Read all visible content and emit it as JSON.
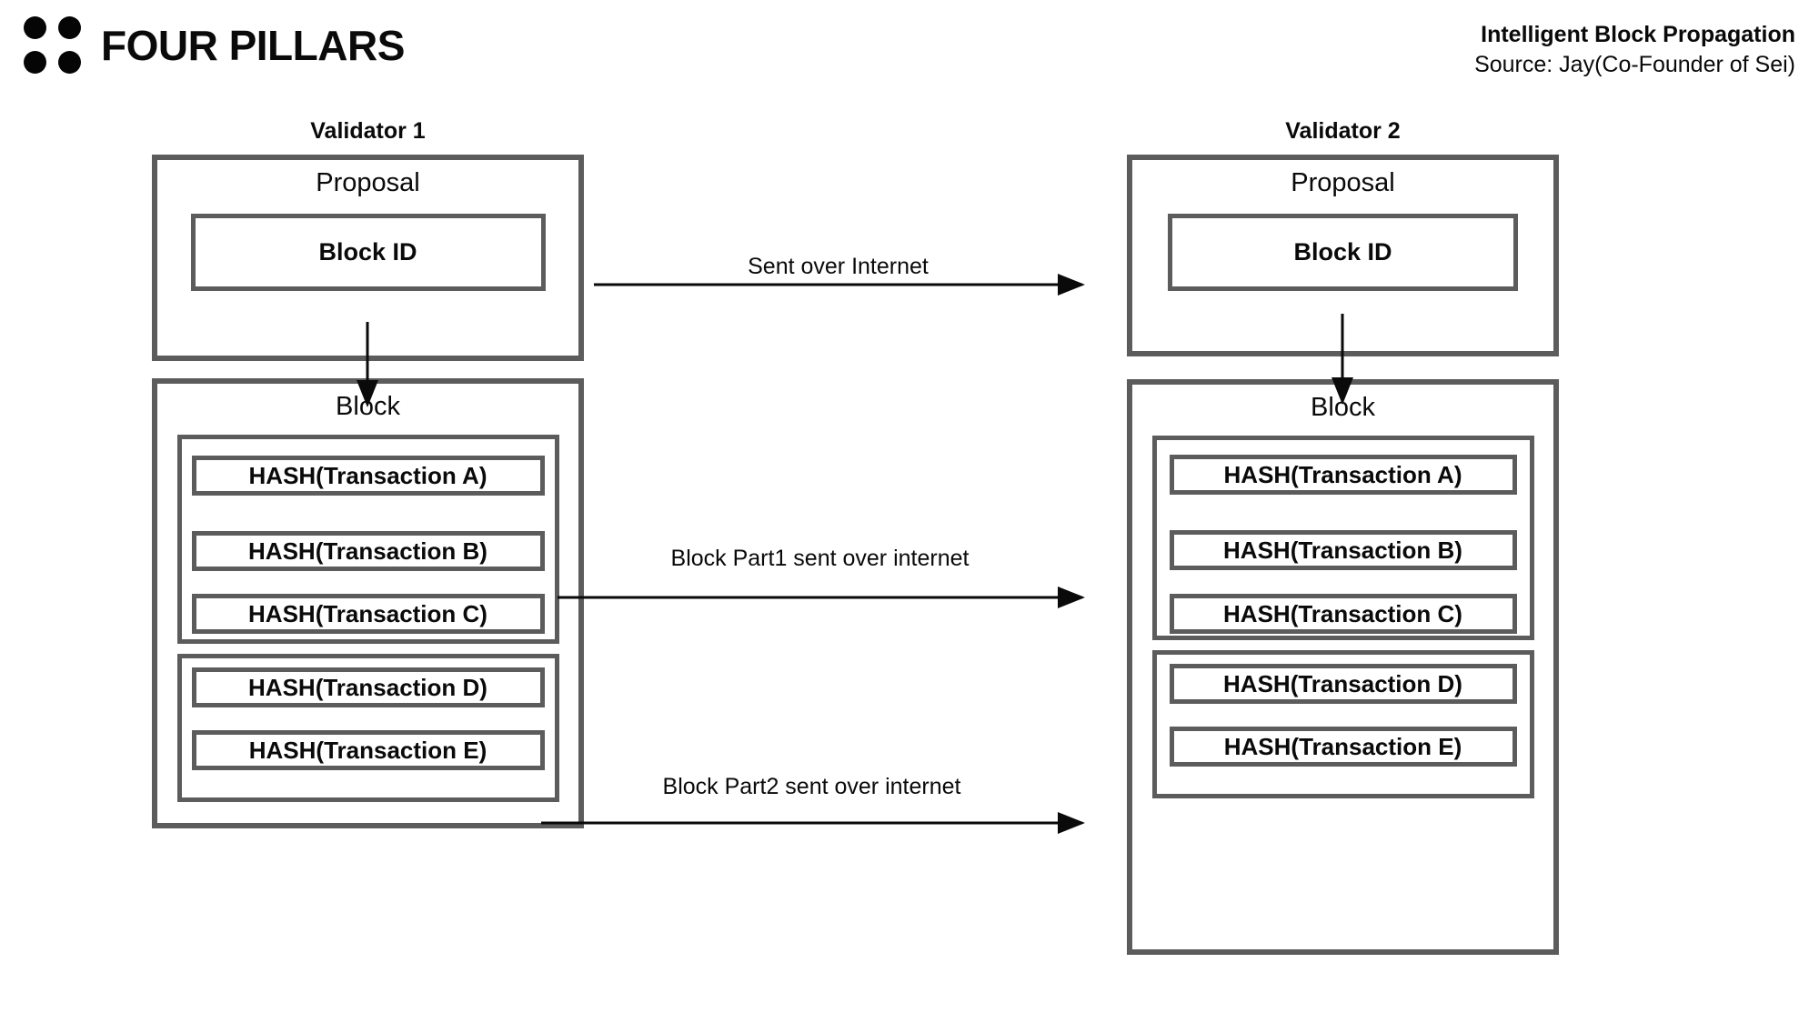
{
  "brand": {
    "name": "FOUR PILLARS",
    "mark": "four-dot-logo",
    "dot_color": "#050505"
  },
  "header": {
    "title": "Intelligent Block Propagation",
    "source": "Source: Jay(Co-Founder of Sei)"
  },
  "theme": {
    "border_color": "#5c5c5c",
    "text_color": "#0a0a0a",
    "background": "#ffffff",
    "arrow_color": "#0a0a0a"
  },
  "validators": [
    {
      "title": "Validator 1",
      "proposal": {
        "label": "Proposal",
        "block_id": "Block ID"
      },
      "block": {
        "label": "Block",
        "parts": [
          {
            "name": "Block Part1",
            "transactions": [
              "HASH(Transaction A)",
              "HASH(Transaction B)",
              "HASH(Transaction C)"
            ]
          },
          {
            "name": "Block Part2",
            "transactions": [
              "HASH(Transaction D)",
              "HASH(Transaction E)"
            ]
          }
        ]
      }
    },
    {
      "title": "Validator 2",
      "proposal": {
        "label": "Proposal",
        "block_id": "Block ID"
      },
      "block": {
        "label": "Block",
        "parts": [
          {
            "name": "Block Part1",
            "transactions": [
              "HASH(Transaction A)",
              "HASH(Transaction B)",
              "HASH(Transaction C)"
            ]
          },
          {
            "name": "Block Part2",
            "transactions": [
              "HASH(Transaction D)",
              "HASH(Transaction E)"
            ]
          }
        ]
      }
    }
  ],
  "arrows": [
    {
      "label": "Sent over Internet"
    },
    {
      "label": "Block Part1 sent over internet"
    },
    {
      "label": "Block Part2 sent over internet"
    }
  ]
}
